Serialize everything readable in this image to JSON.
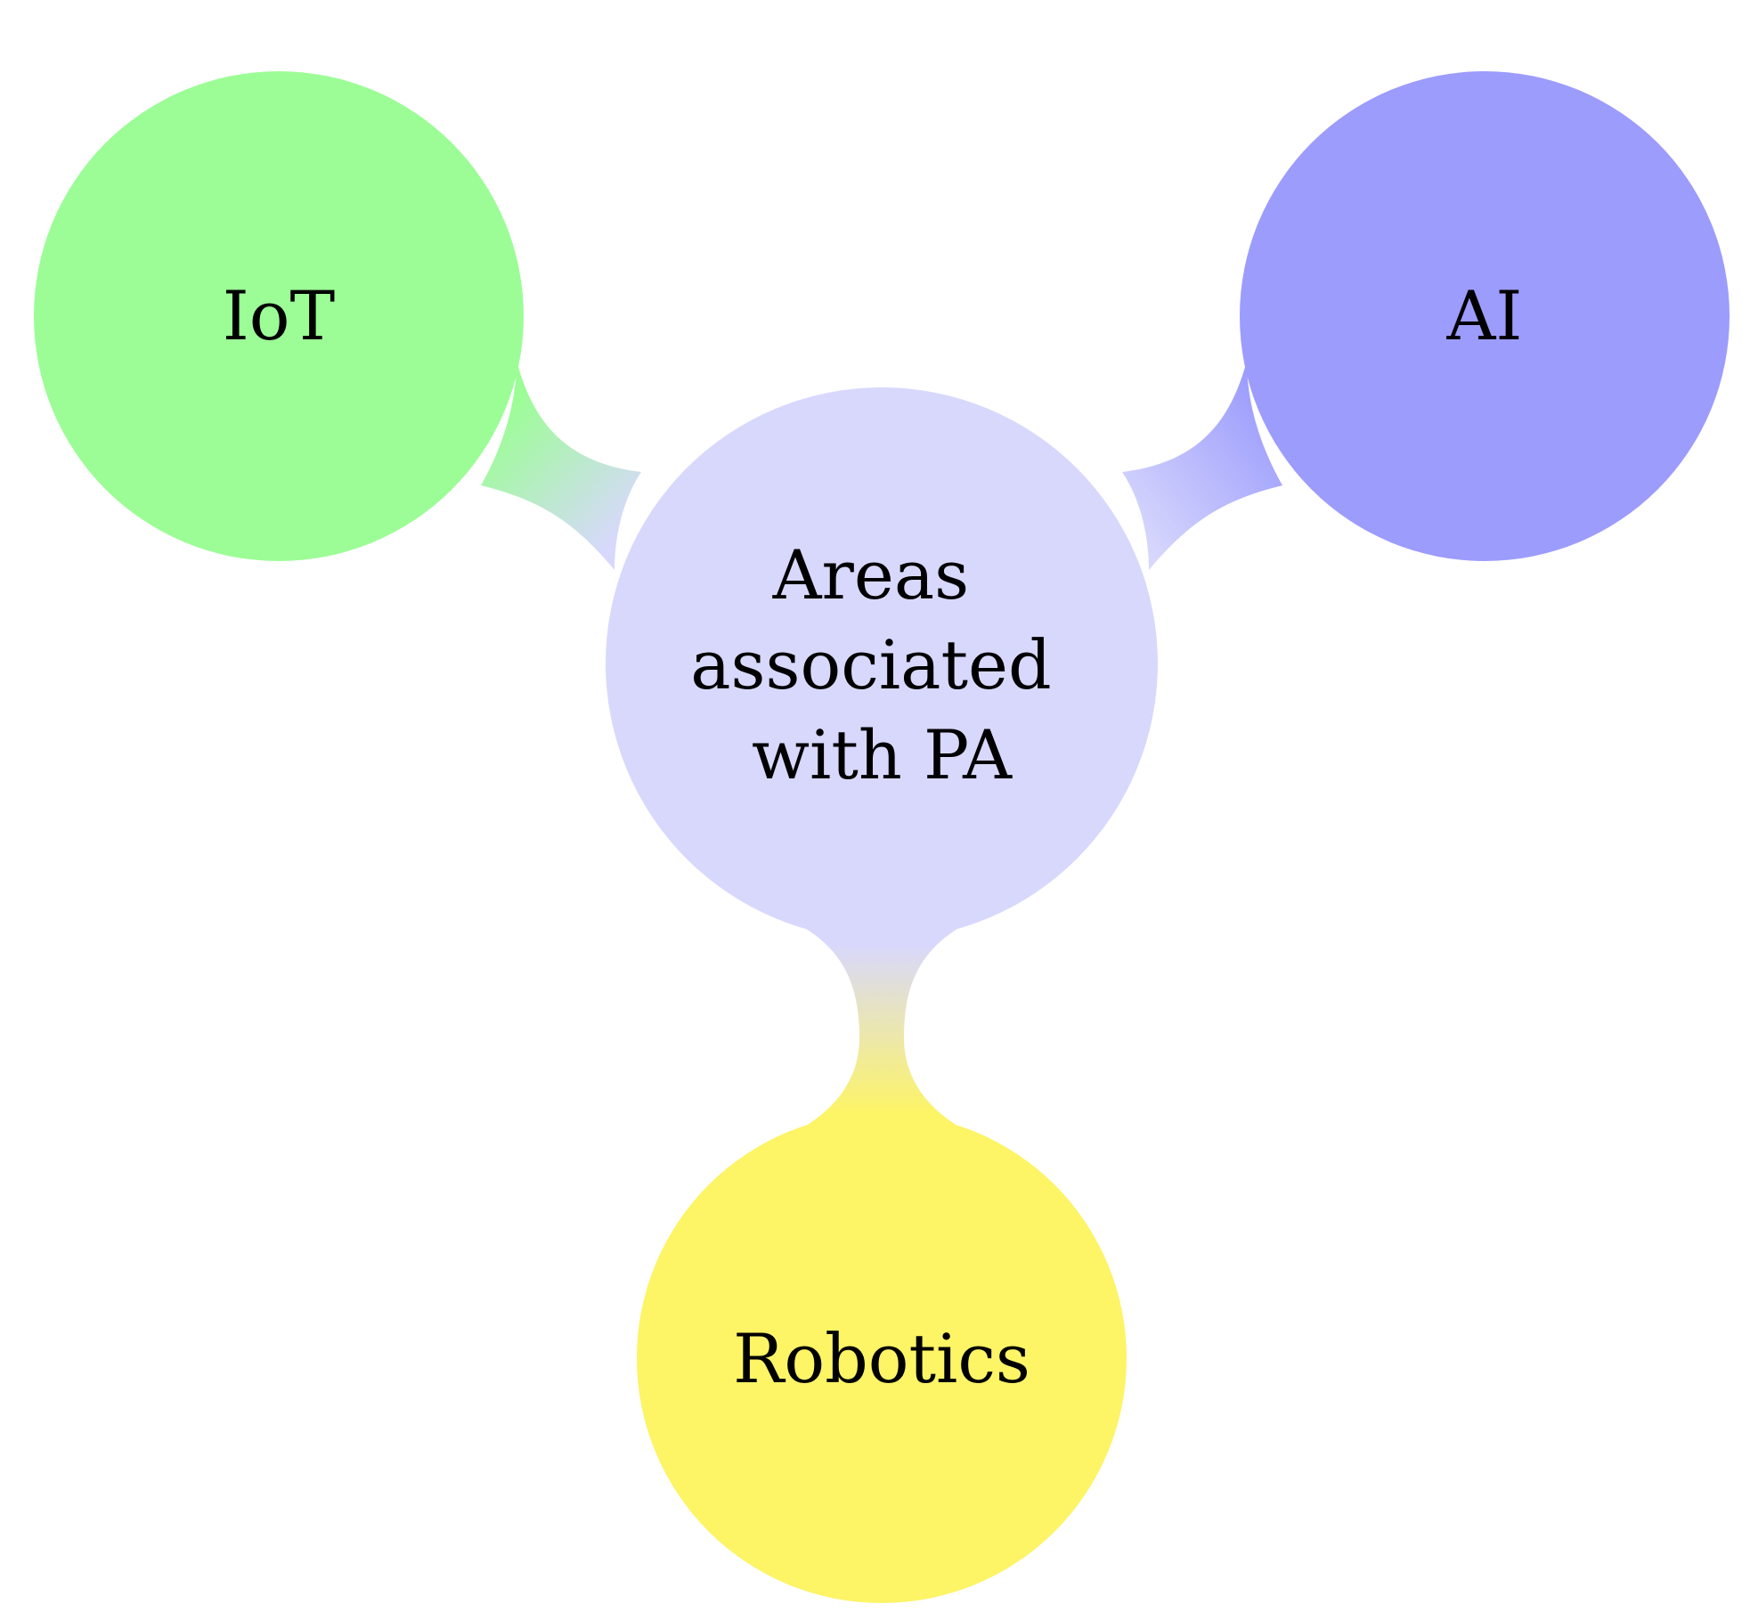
{
  "diagram": {
    "center": {
      "lines": [
        "Areas",
        "associated",
        "with PA"
      ],
      "color": "#d8d8fd"
    },
    "children": [
      {
        "id": "iot",
        "label": "IoT",
        "color": "#9cfd96"
      },
      {
        "id": "ai",
        "label": "AI",
        "color": "#9c9cfd"
      },
      {
        "id": "robotics",
        "label": "Robotics",
        "color": "#fdf466"
      }
    ]
  }
}
